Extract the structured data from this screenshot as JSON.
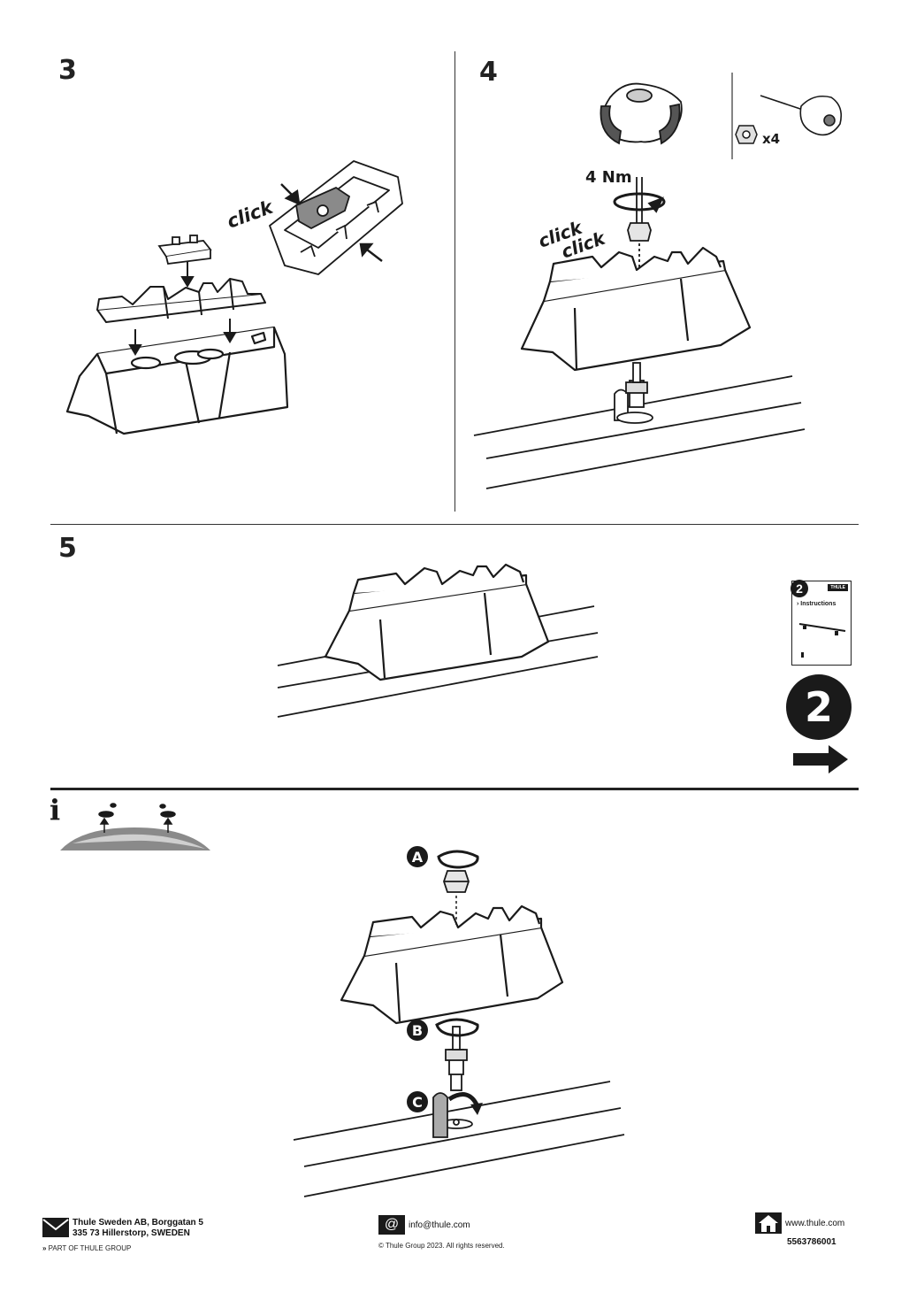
{
  "steps": {
    "s3": {
      "number": "3",
      "click_label": "click"
    },
    "s4": {
      "number": "4",
      "torque": "4 Nm",
      "click1": "click",
      "click2": "click",
      "quantity": "x4"
    },
    "s5": {
      "number": "5",
      "booklet_number": "2",
      "booklet_title": "Instructions",
      "booklet_brand": "THULE",
      "next_number": "2"
    },
    "info": {
      "letter": "i",
      "label_a": "A",
      "label_b": "B",
      "label_c": "C"
    }
  },
  "footer": {
    "address_line1": "Thule Sweden AB, Borggatan 5",
    "address_line2": "335 73 Hillerstorp, SWEDEN",
    "group": "PART OF THULE GROUP",
    "email_symbol": "@",
    "email": "info@thule.com",
    "copyright": "© Thule Group 2023. All rights reserved.",
    "website": "www.thule.com",
    "part_number": "5563786001"
  },
  "colors": {
    "ink": "#1a1a1a",
    "grey": "#888888",
    "light_grey": "#d9d9d9"
  }
}
